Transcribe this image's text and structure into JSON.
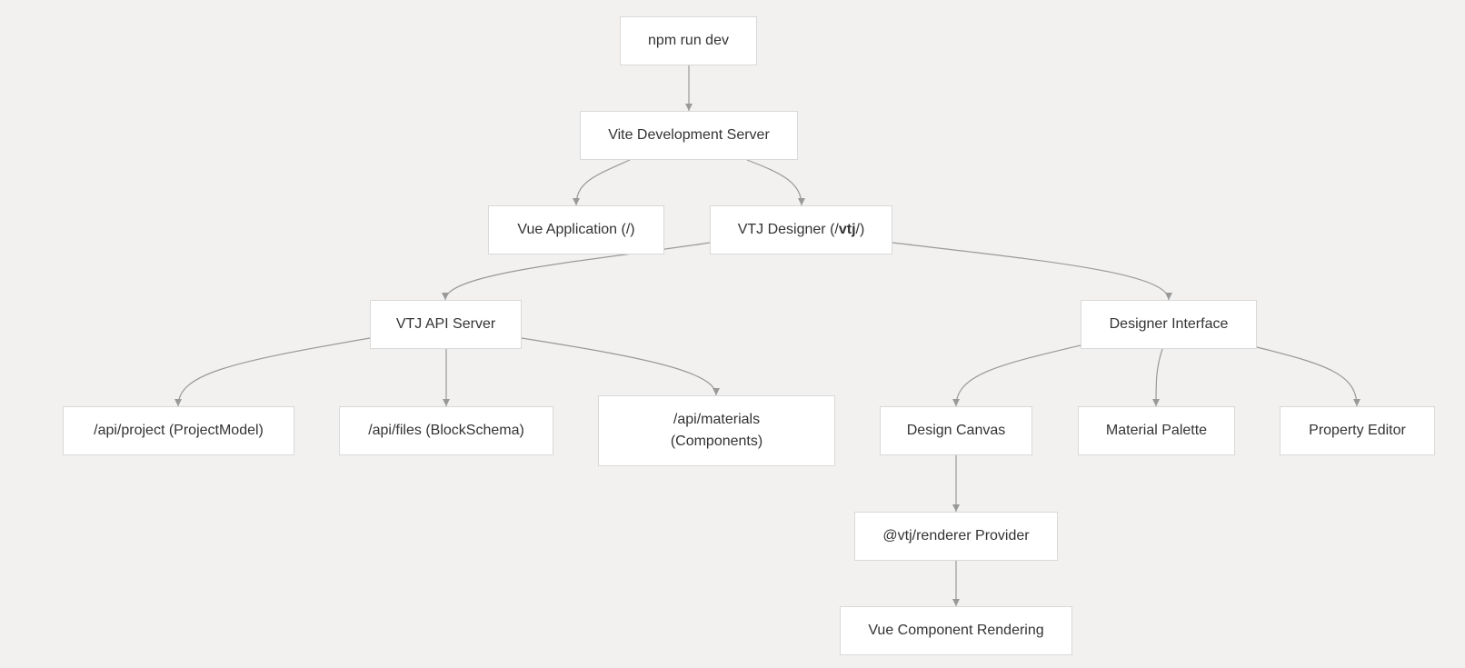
{
  "diagram": {
    "colors": {
      "background": "#f2f1f0",
      "node_fill": "#ffffff",
      "node_border": "#d9d9d9",
      "edge": "#999999",
      "text": "#333333"
    },
    "nodes": {
      "npm_run_dev": {
        "label": "npm run dev"
      },
      "vite_server": {
        "label": "Vite Development Server"
      },
      "vue_app": {
        "label": "Vue Application (/)"
      },
      "vtj_designer": {
        "label_prefix": "VTJ Designer (/",
        "label_bold": "vtj",
        "label_suffix": "/)"
      },
      "api_server": {
        "label": "VTJ API Server"
      },
      "designer_interface": {
        "label": "Designer Interface"
      },
      "api_project": {
        "label": "/api/project (ProjectModel)"
      },
      "api_files": {
        "label": "/api/files (BlockSchema)"
      },
      "api_materials": {
        "label_line1": "/api/materials",
        "label_line2": "(Components)"
      },
      "design_canvas": {
        "label": "Design Canvas"
      },
      "material_palette": {
        "label": "Material Palette"
      },
      "property_editor": {
        "label": "Property Editor"
      },
      "renderer_provider": {
        "label": "@vtj/renderer Provider"
      },
      "component_rendering": {
        "label": "Vue Component Rendering"
      }
    },
    "edges": [
      {
        "from": "npm_run_dev",
        "to": "vite_server"
      },
      {
        "from": "vite_server",
        "to": "vue_app"
      },
      {
        "from": "vite_server",
        "to": "vtj_designer"
      },
      {
        "from": "vtj_designer",
        "to": "api_server"
      },
      {
        "from": "vtj_designer",
        "to": "designer_interface"
      },
      {
        "from": "api_server",
        "to": "api_project"
      },
      {
        "from": "api_server",
        "to": "api_files"
      },
      {
        "from": "api_server",
        "to": "api_materials"
      },
      {
        "from": "designer_interface",
        "to": "design_canvas"
      },
      {
        "from": "designer_interface",
        "to": "material_palette"
      },
      {
        "from": "designer_interface",
        "to": "property_editor"
      },
      {
        "from": "design_canvas",
        "to": "renderer_provider"
      },
      {
        "from": "renderer_provider",
        "to": "component_rendering"
      }
    ]
  }
}
